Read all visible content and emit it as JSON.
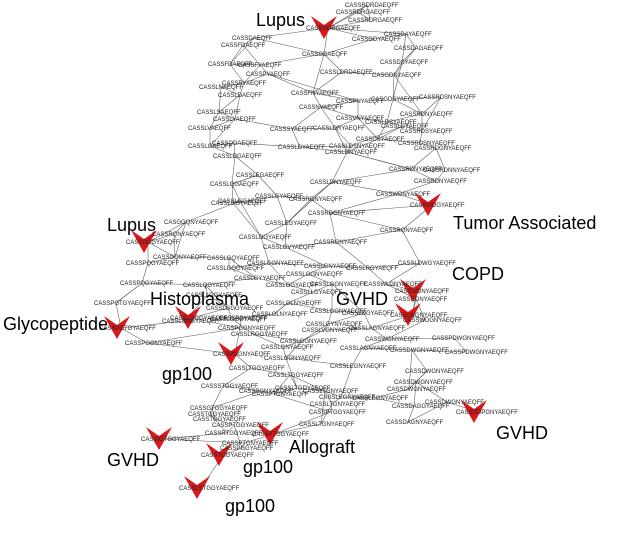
{
  "colors": {
    "marker": "#d7191c",
    "edge": "#595959",
    "label": "#222222",
    "annotation": "#000000"
  },
  "nodes": [
    {
      "id": "n1",
      "label": "CASSRDRGAEQFF"
    },
    {
      "id": "n2",
      "label": "CASSRDRDAEQFF"
    },
    {
      "id": "n3",
      "label": "CASSRDRGAEQFF"
    },
    {
      "id": "n4",
      "label": "CASSGDRGAEQFF"
    },
    {
      "id": "n5",
      "label": "CASSDAEQFF"
    },
    {
      "id": "n6",
      "label": "CASSGDYAEQFF"
    },
    {
      "id": "n7",
      "label": "CASSDAYAEQFF"
    },
    {
      "id": "n8",
      "label": "CASSDAGAEQFF"
    },
    {
      "id": "n9",
      "label": "CASSFDAEQFF"
    },
    {
      "id": "n10",
      "label": "CASSGDAEQFF"
    },
    {
      "id": "n11",
      "label": "CASSDSYAEQFF"
    },
    {
      "id": "n12",
      "label": "CASSFDAEQFF"
    },
    {
      "id": "n13",
      "label": "CASSFYAEQFF"
    },
    {
      "id": "n14",
      "label": "CASSLDRDAEQFF"
    },
    {
      "id": "n15",
      "label": "CASGDNYAEQFF"
    },
    {
      "id": "n16",
      "label": "CASSRYAEQFF"
    },
    {
      "id": "n17",
      "label": "CASSPYAEQFF"
    },
    {
      "id": "n18",
      "label": "CASSLNAEQFF"
    },
    {
      "id": "n19",
      "label": "CASSFNYAEQFF"
    },
    {
      "id": "n20",
      "label": "CASSRDSNYAEQFF"
    },
    {
      "id": "n21",
      "label": "CASSLDAEQFF"
    },
    {
      "id": "n22",
      "label": "CASSPNYAEQFF"
    },
    {
      "id": "n23",
      "label": "CASGDSYAEQFF"
    },
    {
      "id": "n24",
      "label": "CASSLSAEQFF"
    },
    {
      "id": "n25",
      "label": "CASSNYAEQFF"
    },
    {
      "id": "n26",
      "label": "CASSRDNYAEQFF"
    },
    {
      "id": "n27",
      "label": "CASSLYAEQFF"
    },
    {
      "id": "n28",
      "label": "CASSVNYAEQFF"
    },
    {
      "id": "n29",
      "label": "CASSLDSYAEQFF"
    },
    {
      "id": "n30",
      "label": "CASSLVAEQFF"
    },
    {
      "id": "n31",
      "label": "CASSSYAEQFF"
    },
    {
      "id": "n32",
      "label": "CASSLDRYAEQFF"
    },
    {
      "id": "n33",
      "label": "CASSRDSYAEQFF"
    },
    {
      "id": "n34",
      "label": "CASSLGAEQFF"
    },
    {
      "id": "n35",
      "label": "CASSLDYAEQFF"
    },
    {
      "id": "n36",
      "label": "CASSDSYAEQFF"
    },
    {
      "id": "n37",
      "label": "CASSRDSNYAEQFF"
    },
    {
      "id": "n38",
      "label": "CASSQDAEQFF"
    },
    {
      "id": "n39",
      "label": "CASSLDYAEQFF"
    },
    {
      "id": "n40",
      "label": "CASSLDSNYAEQFF"
    },
    {
      "id": "n41",
      "label": "CASSLDGAEQFF"
    },
    {
      "id": "n42",
      "label": "CASSLDNYAEQFF"
    },
    {
      "id": "n43",
      "label": "CASSRDGNYAEQFF"
    },
    {
      "id": "n44",
      "label": "CASSLEGAEQFF"
    },
    {
      "id": "n45",
      "label": "CASSRDNYAEQFF"
    },
    {
      "id": "n46",
      "label": "CASSRDNNYAEQFF"
    },
    {
      "id": "n47",
      "label": "CASSLQGAEQFF"
    },
    {
      "id": "n48",
      "label": "CASSLDNYAEQFF"
    },
    {
      "id": "n49",
      "label": "CASSRDNYAEQFF"
    },
    {
      "id": "n50",
      "label": "CASSLGYAEQFF"
    },
    {
      "id": "n51",
      "label": "CASSLGGYAEQFF"
    },
    {
      "id": "n52",
      "label": "CASSWDNYAEQFF"
    },
    {
      "id": "n53",
      "label": "CASSWDGYAEQFF"
    },
    {
      "id": "n54",
      "label": "CASSLGGAEQFF"
    },
    {
      "id": "n55",
      "label": "CASSRGNYAEQFF"
    },
    {
      "id": "n56",
      "label": "CASSRDGNYAEQFF"
    },
    {
      "id": "n57",
      "label": "CASGGQNYAEQFF"
    },
    {
      "id": "n58",
      "label": "CASSLEGYAEQFF"
    },
    {
      "id": "n59",
      "label": "CASSRQNYAEQFF"
    },
    {
      "id": "n60",
      "label": "CASSGDGYAEQFF"
    },
    {
      "id": "n61",
      "label": "CASSLGGYAEQFF"
    },
    {
      "id": "n62",
      "label": "CASSLGVYAEQFF"
    },
    {
      "id": "n63",
      "label": "CASSRGNYAEQFF"
    },
    {
      "id": "n64",
      "label": "CASSRQNYAEQFF"
    },
    {
      "id": "n65",
      "label": "CASSGQNYAEQFF"
    },
    {
      "id": "n66",
      "label": "CASSPQGYAEQFF"
    },
    {
      "id": "n67",
      "label": "CASSLGQGYAEQFF"
    },
    {
      "id": "n68",
      "label": "CASSLGGNYAEQFF"
    },
    {
      "id": "n69",
      "label": "CASSLGNYAEQFF"
    },
    {
      "id": "n70",
      "label": "CASSLDWGYAEQFF"
    },
    {
      "id": "n71",
      "label": "CASSLGQYAEQFF"
    },
    {
      "id": "n72",
      "label": "CASSLGYYAEQFF"
    },
    {
      "id": "n73",
      "label": "CASSLRGYAEQFF"
    },
    {
      "id": "n74",
      "label": "CASSWLGNYAEQFF"
    },
    {
      "id": "n75",
      "label": "CASSPQGYAEQFF"
    },
    {
      "id": "n76",
      "label": "CASSLQGYAEQFF"
    },
    {
      "id": "n77",
      "label": "CASSLGGYAEQFF"
    },
    {
      "id": "n78",
      "label": "CASSLGGNYAEQFF"
    },
    {
      "id": "n79",
      "label": "CASSWDNYAEQFF"
    },
    {
      "id": "n80",
      "label": "CASSLLGGYAEQFF"
    },
    {
      "id": "n81",
      "label": "CASSLLGYAEQFF"
    },
    {
      "id": "n82",
      "label": "CASSLGGNYAEQFF"
    },
    {
      "id": "n83",
      "label": "CASSGDNYAEQFF"
    },
    {
      "id": "n84",
      "label": "CASSLGLNYAEQFF"
    },
    {
      "id": "n85",
      "label": "CASSLGGNYAEQFF"
    },
    {
      "id": "n86",
      "label": "CASSPGTGYAEQFF"
    },
    {
      "id": "n87",
      "label": "CASSLGLNYAEQFF"
    },
    {
      "id": "n88",
      "label": "CASSLWGNYAEQFF"
    },
    {
      "id": "n89",
      "label": "CASSLGGGYAEQFF"
    },
    {
      "id": "n90",
      "label": "CASSLDGYAEQFF"
    },
    {
      "id": "n91",
      "label": "CASSLSGGYAEQFF"
    },
    {
      "id": "n92",
      "label": "CASSWDGNYAEQFF"
    },
    {
      "id": "n93",
      "label": "CASSPGYAEQFF"
    },
    {
      "id": "n94",
      "label": "CASSLQGGYAEQFF"
    },
    {
      "id": "n95",
      "label": "CASSLGGGYAEQFF"
    },
    {
      "id": "n96",
      "label": "CASSLGYNYAEQFF"
    },
    {
      "id": "n97",
      "label": "CASSLVGNYAEQFF"
    },
    {
      "id": "n98",
      "label": "CASSLAGNYAEQFF"
    },
    {
      "id": "n99",
      "label": "CASSPGGNYAEQFF"
    },
    {
      "id": "n100",
      "label": "CASSLRGGYAEQFF"
    },
    {
      "id": "n101",
      "label": "CASSLGGNYAEQFF"
    },
    {
      "id": "n102",
      "label": "CASSWGNYAEQFF"
    },
    {
      "id": "n103",
      "label": "CASSPDWGNYAEQFF"
    },
    {
      "id": "n104",
      "label": "CASSPGTGYAEQFF"
    },
    {
      "id": "n105",
      "label": "CASSPGGNYAEQFF"
    },
    {
      "id": "n106",
      "label": "CASSLGNYAEQFF"
    },
    {
      "id": "n107",
      "label": "CASSLAGNYAEQFF"
    },
    {
      "id": "n108",
      "label": "CASSPDWGNYAEQFF"
    },
    {
      "id": "n109",
      "label": "CASSPGGNYAEQFF"
    },
    {
      "id": "n110",
      "label": "CASSDWGNYAEQFF"
    },
    {
      "id": "n111",
      "label": "CASSLTGGYAEQFF"
    },
    {
      "id": "n112",
      "label": "CASSLTGGYAEQFF"
    },
    {
      "id": "n113",
      "label": "CASSLGGNYAEQFF"
    },
    {
      "id": "n114",
      "label": "CASSLEGNYAEQFF"
    },
    {
      "id": "n115",
      "label": "CASSDWGNYAEQFF"
    },
    {
      "id": "n116",
      "label": "CASSSTGGYAEQFF"
    },
    {
      "id": "n117",
      "label": "CASSLTGDYAEQFF"
    },
    {
      "id": "n118",
      "label": "CASSDWGNYAEQFF"
    },
    {
      "id": "n119",
      "label": "CASSPTGNYAEQFF"
    },
    {
      "id": "n120",
      "label": "CASSLTGNYAEQFF"
    },
    {
      "id": "n121",
      "label": "CASSPGNYAEQFF"
    },
    {
      "id": "n122",
      "label": "CASSLEGNYAEQFF"
    },
    {
      "id": "n123",
      "label": "CASSDWGNYAEQFF"
    },
    {
      "id": "n124",
      "label": "CASSLEGNYAEQFF"
    },
    {
      "id": "n125",
      "label": "CASSGTGGYAEQFF"
    },
    {
      "id": "n126",
      "label": "CASSLTGNYAEQFF"
    },
    {
      "id": "n127",
      "label": "CASSDAGGYAEQFF"
    },
    {
      "id": "n128",
      "label": "CASSTGGYAEQFF"
    },
    {
      "id": "n129",
      "label": "CASSPTGGYAEQFF"
    },
    {
      "id": "n130",
      "label": "CASSDWGNYAEQFF"
    },
    {
      "id": "n131",
      "label": "CASSRTGGYAEQFF"
    },
    {
      "id": "n132",
      "label": "CASSLTGNYAEQFF"
    },
    {
      "id": "n133",
      "label": "CASSDAGNYAEQFF"
    },
    {
      "id": "n134",
      "label": "CASSPTGGYAEQFF"
    },
    {
      "id": "n135",
      "label": "CASSTGGYAEQFF"
    },
    {
      "id": "n136",
      "label": "CASSPTGGYAEQFF"
    },
    {
      "id": "n137",
      "label": "CASSGDPGNYAEQFF"
    },
    {
      "id": "n138",
      "label": "CASSIGTGGYAEQFF"
    },
    {
      "id": "n139",
      "label": "CASSPTGNYAEQFF"
    },
    {
      "id": "n140",
      "label": "CASSTGGYAEQFF"
    },
    {
      "id": "n141",
      "label": "CASSPGGYAEQFF"
    },
    {
      "id": "n142",
      "label": "CASSLSTGGYAEQFF"
    }
  ],
  "annotations": [
    {
      "id": "a1",
      "text": "Lupus"
    },
    {
      "id": "a2",
      "text": "Tumor Associated"
    },
    {
      "id": "a3",
      "text": "Lupus"
    },
    {
      "id": "a4",
      "text": "COPD"
    },
    {
      "id": "a5",
      "text": "Histoplasma"
    },
    {
      "id": "a6",
      "text": "GVHD"
    },
    {
      "id": "a7",
      "text": "Glycopeptide"
    },
    {
      "id": "a8",
      "text": "gp100"
    },
    {
      "id": "a9",
      "text": "GVHD"
    },
    {
      "id": "a10",
      "text": "Allograft"
    },
    {
      "id": "a11",
      "text": "GVHD"
    },
    {
      "id": "a12",
      "text": "gp100"
    },
    {
      "id": "a13",
      "text": "gp100"
    }
  ],
  "markers": [
    {
      "id": "m1",
      "node": "n4",
      "annotation": "a1"
    },
    {
      "id": "m2",
      "node": "n53",
      "annotation": "a2"
    },
    {
      "id": "m3",
      "node": "n60",
      "annotation": "a3"
    },
    {
      "id": "m4",
      "node": "n79",
      "annotation": "a4"
    },
    {
      "id": "m5",
      "node": "n94",
      "annotation": "a5"
    },
    {
      "id": "m6",
      "node": "n88",
      "annotation": "a6"
    },
    {
      "id": "m7",
      "node": "n104",
      "annotation": "a7"
    },
    {
      "id": "m8",
      "node": "n109",
      "annotation": "a8"
    },
    {
      "id": "m9",
      "node": "n138",
      "annotation": "a9"
    },
    {
      "id": "m10",
      "node": "n134",
      "annotation": "a10"
    },
    {
      "id": "m11",
      "node": "n137",
      "annotation": "a11"
    },
    {
      "id": "m12",
      "node": "n140",
      "annotation": "a12"
    },
    {
      "id": "m13",
      "node": "n142",
      "annotation": "a13"
    }
  ]
}
